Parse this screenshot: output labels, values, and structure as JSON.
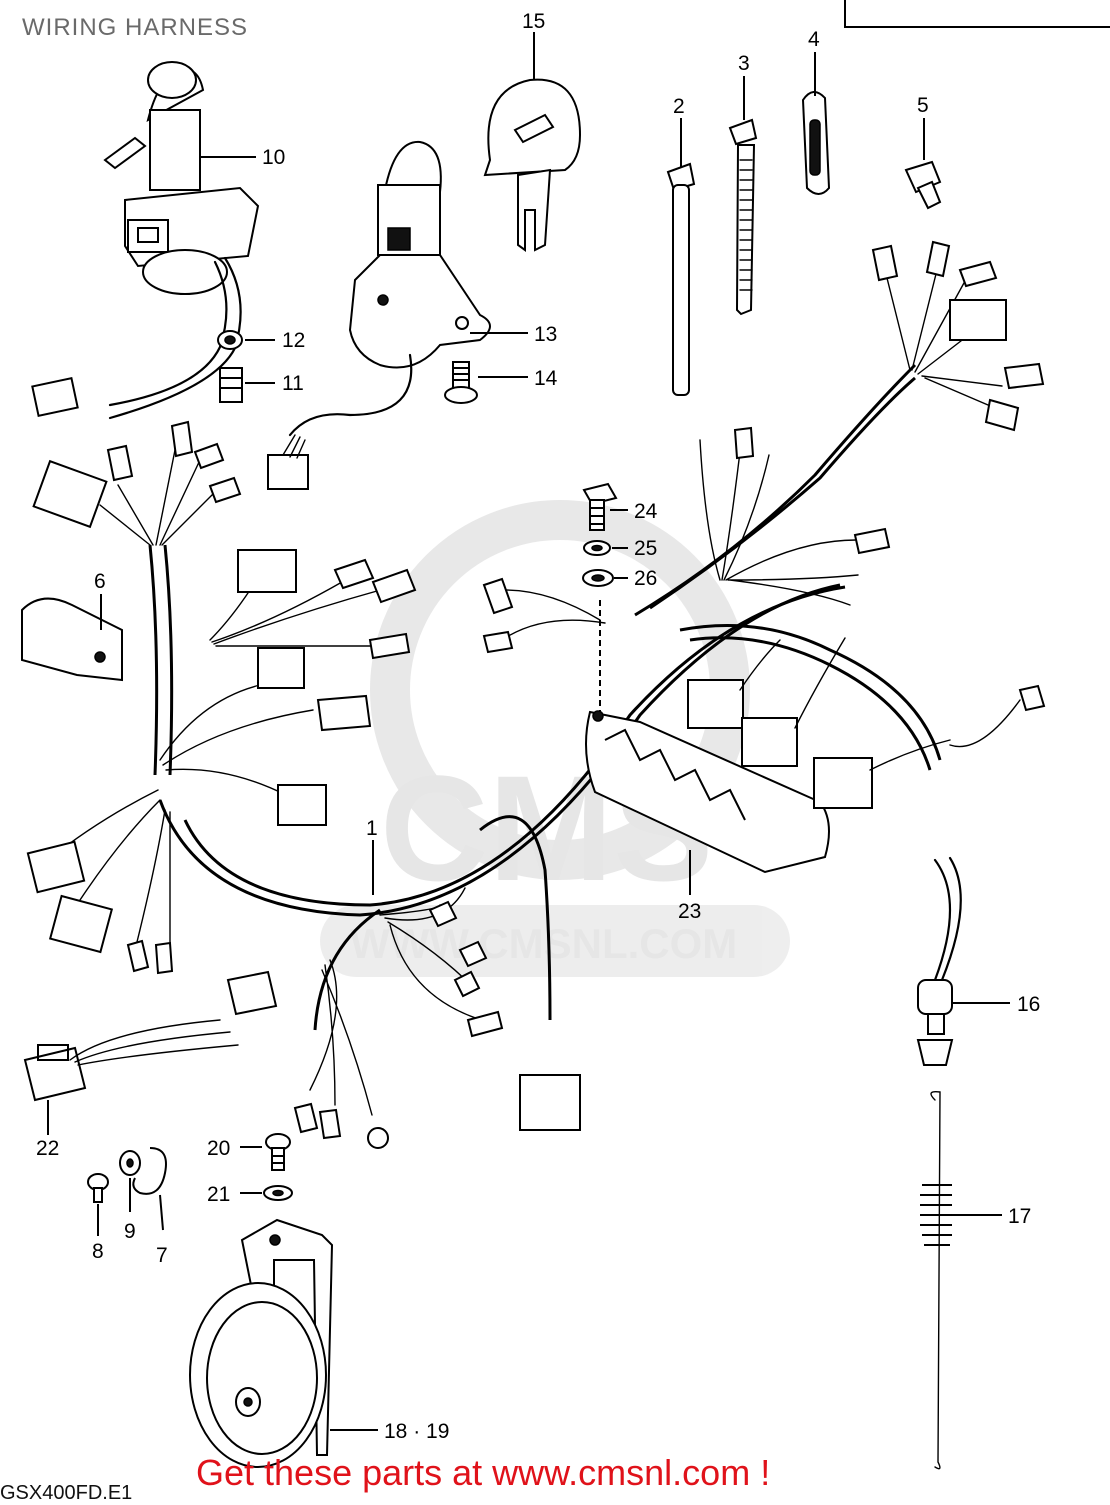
{
  "title": "WIRING HARNESS",
  "footer": "Get these parts at www.cmsnl.com !",
  "model_code": "GSX400FD.E1",
  "watermark": {
    "logo": "CMS",
    "url": "WWW.CMSNL.COM"
  },
  "callouts": {
    "p1": "1",
    "p2": "2",
    "p3": "3",
    "p4": "4",
    "p5": "5",
    "p6": "6",
    "p7": "7",
    "p8": "8",
    "p9": "9",
    "p10": "10",
    "p11": "11",
    "p12": "12",
    "p13": "13",
    "p14": "14",
    "p15": "15",
    "p16": "16",
    "p17": "17",
    "p18_19": "18 · 19",
    "p20": "20",
    "p21": "21",
    "p22": "22",
    "p23": "23",
    "p24": "24",
    "p25": "25",
    "p26": "26"
  },
  "colors": {
    "footer": "#e0121a",
    "title": "#6a6a6a",
    "line": "#000000",
    "watermark": "#e4e4e4"
  }
}
